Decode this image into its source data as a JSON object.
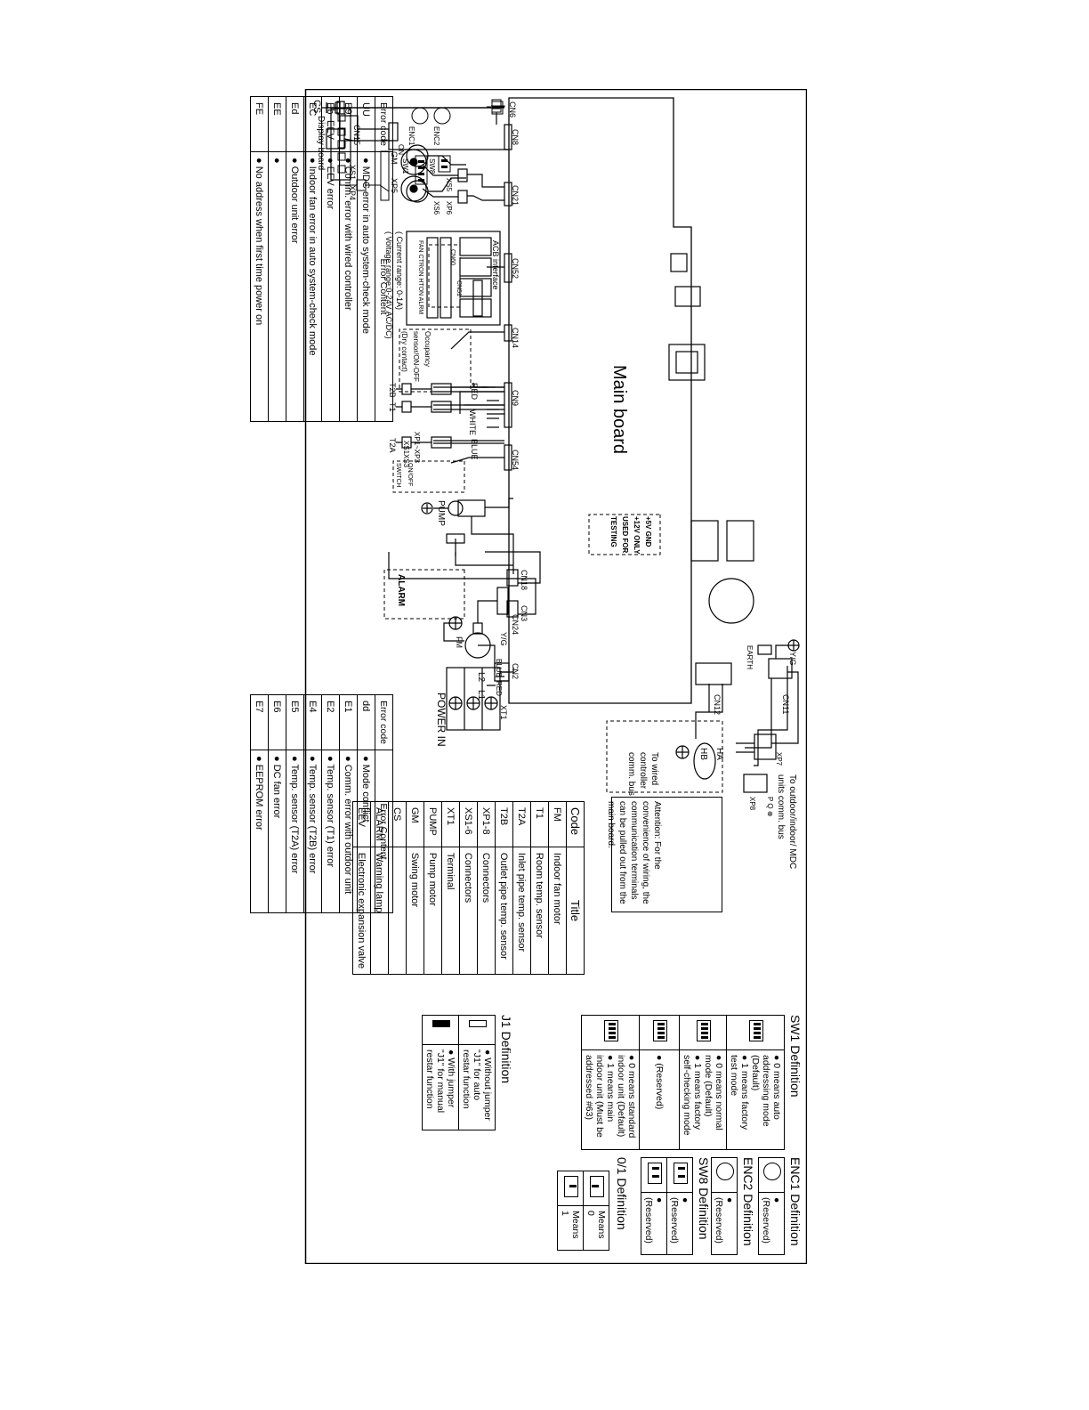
{
  "board": {
    "main_board": "Main board",
    "display_board": "Display board",
    "acb_interface": "ACB interface",
    "current_range": "( Current range: 0-1A)",
    "voltage_range": "( Voltage range:0-24V AC/DC)",
    "acb_ports": "CN51",
    "acb_port_labels": "FAN CTRON HTON ALRM"
  },
  "connectors": {
    "cn15": "CN15",
    "cn6": "CN6",
    "cn8": "CN8",
    "cn21": "CN21",
    "cn52": "CN52",
    "cn14": "CN14",
    "cn9": "CN9",
    "cn54": "CN54",
    "cn18": "CN18",
    "cn3": "CN3",
    "cn24": "CN24",
    "cn11": "CN11",
    "cn12": "CN12",
    "cn2": "CN2",
    "cn60": "CN60",
    "sw1": "SW1",
    "sw8": "SW8",
    "enc1": "ENC1",
    "enc2": "ENC2",
    "xs1": "XS1",
    "xp4": "XP4",
    "xp7": "XP7",
    "xp8": "XP8",
    "xp5": "XP5",
    "xs5": "XS5",
    "xp6": "XP6",
    "xs6": "XS6",
    "xp1_xp3": "XP1~XP3",
    "xs1_b": "XS1",
    "xs3": "XS3",
    "xt1": "XT1",
    "earth": "EARTH",
    "on": "ON"
  },
  "components": {
    "eev": "EEV",
    "cs": "CS",
    "gm": "GM",
    "t1": "T1",
    "t2b": "T2B",
    "t2a": "T2A",
    "pump": "PUMP",
    "alarm": "ALARM",
    "fm": "FM",
    "power_in": "POWER IN",
    "l1": "L1",
    "l2": "L2",
    "yg": "Y/G",
    "yg2": "Y/G",
    "ha": "HA",
    "hb": "HB",
    "occupancy": "Occupancy sensor/ON-OFF (Dry contact)",
    "onoff_switch": "ON/OFF SWITCH",
    "test_note": "+5V GND +12V ONLY USED FOR TESTING",
    "wire_red": "RED",
    "wire_white": "WHITE",
    "wire_blue": "BLUE",
    "wire_red2": "RED",
    "wire_blue2": "BLUE"
  },
  "notes": {
    "mdc_bus": "To outdoor/indoor/ MDC units comm. bus",
    "pq": "P Q ⊕",
    "wired_bus": "To wired controller comm. bus",
    "attention": "Attention: For the convenience of wiring, the communication terminals can be pulled out from the main board."
  },
  "enc1": {
    "title": "ENC1 Definition",
    "text": "● (Reserved)"
  },
  "enc2": {
    "title": "ENC2 Definition",
    "text": "● (Reserved)"
  },
  "sw8": {
    "title": "SW8 Definition",
    "rows": [
      "● (Reserved)",
      "● (Reserved)"
    ],
    "sub": "1 2"
  },
  "zero_one": {
    "title": "0/1 Definition",
    "rows": [
      "Means 0",
      "Means 1"
    ],
    "on": "ON"
  },
  "sw1": {
    "title": "SW1 Definition",
    "sub": "1234",
    "rows": [
      [
        "● 0 means auto addressing mode (Default)",
        "● 1 means factory test mode"
      ],
      [
        "● 0 means normal mode (Default)",
        "● 1 means factory self-checking mode"
      ],
      [
        "● (Reserved)"
      ],
      [
        "● 0 means standard indoor unit (Default)",
        "● 1 means main indoor unit (Must be addressed #63)"
      ]
    ]
  },
  "j1": {
    "title": "J1 Definition",
    "rows": [
      "● Without jumper \"J1\" for auto restar function",
      "● With jumper \"J1\" for manual restar function"
    ]
  },
  "legend": {
    "headers": [
      "Code",
      "Title"
    ],
    "rows": [
      [
        "FM",
        "Indoor fan motor"
      ],
      [
        "T1",
        "Room temp. sensor"
      ],
      [
        "T2A",
        "Inlet pipe temp. sensor"
      ],
      [
        "T2B",
        "Outlet pipe temp. sensor"
      ],
      [
        "XP1-8",
        "Connectors"
      ],
      [
        "XS1-6",
        "Connectors"
      ],
      [
        "XT1",
        "Terminal"
      ],
      [
        "PUMP",
        "Pump motor"
      ],
      [
        "GM",
        "Swing motor"
      ],
      [
        "CS",
        ""
      ],
      [
        "ALARM",
        "Warning lamp"
      ],
      [
        "EEV",
        "Electronic expansion valve"
      ]
    ]
  },
  "errors_left": {
    "headers": [
      "Error code",
      "Error Content"
    ],
    "rows": [
      [
        "dd",
        "● Mode conflict"
      ],
      [
        "E1",
        "● Comm. error with outdoor unit"
      ],
      [
        "E2",
        "● Temp. sensor (T1) error"
      ],
      [
        "E4",
        "● Temp. sensor (T2B) error"
      ],
      [
        "E5",
        "● Temp. sensor (T2A) error"
      ],
      [
        "E6",
        "● DC fan error"
      ],
      [
        "E7",
        "● EEPROM  error"
      ]
    ]
  },
  "errors_right": {
    "headers": [
      "Error code",
      "Error Content"
    ],
    "rows": [
      [
        "UU",
        "● MDC error in auto system-check mode"
      ],
      [
        "E9",
        "● Comm. error with wired controller"
      ],
      [
        "Eb",
        "● EEV  error"
      ],
      [
        "EC",
        "● Indoor fan error in auto system-check mode"
      ],
      [
        "Ed",
        "● Outdoor unit error"
      ],
      [
        "EE",
        "●"
      ],
      [
        "FE",
        "● No address when first time power on"
      ]
    ]
  }
}
